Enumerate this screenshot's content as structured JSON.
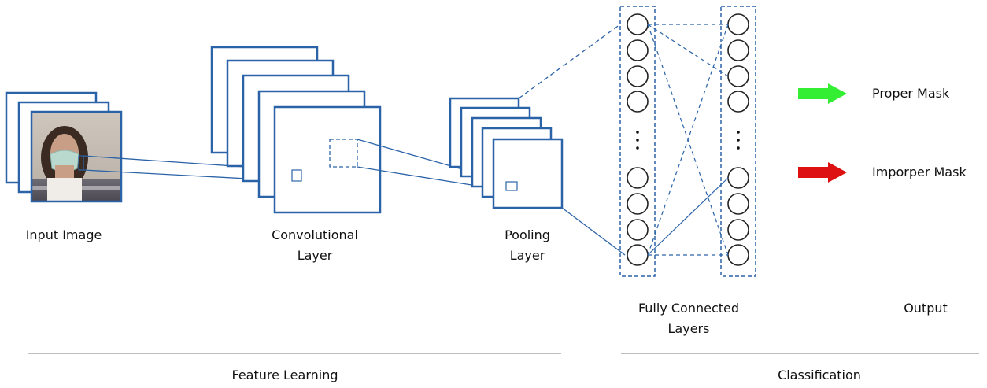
{
  "labels": {
    "input_image": "Input Image",
    "conv_line1": "Convolutional",
    "conv_line2": "Layer",
    "pool_line1": "Pooling",
    "pool_line2": "Layer",
    "fc_line1": "Fully Connected",
    "fc_line2": "Layers",
    "output": "Output",
    "proper_mask": "Proper Mask",
    "improper_mask": "Imporper Mask",
    "feature_learning": "Feature Learning",
    "classification": "Classification"
  },
  "colors": {
    "stroke": "#2b63a8",
    "neuron": "#222222",
    "proper_arrow": "#33ee33",
    "improper_arrow": "#dd1111",
    "separator": "#999999"
  }
}
